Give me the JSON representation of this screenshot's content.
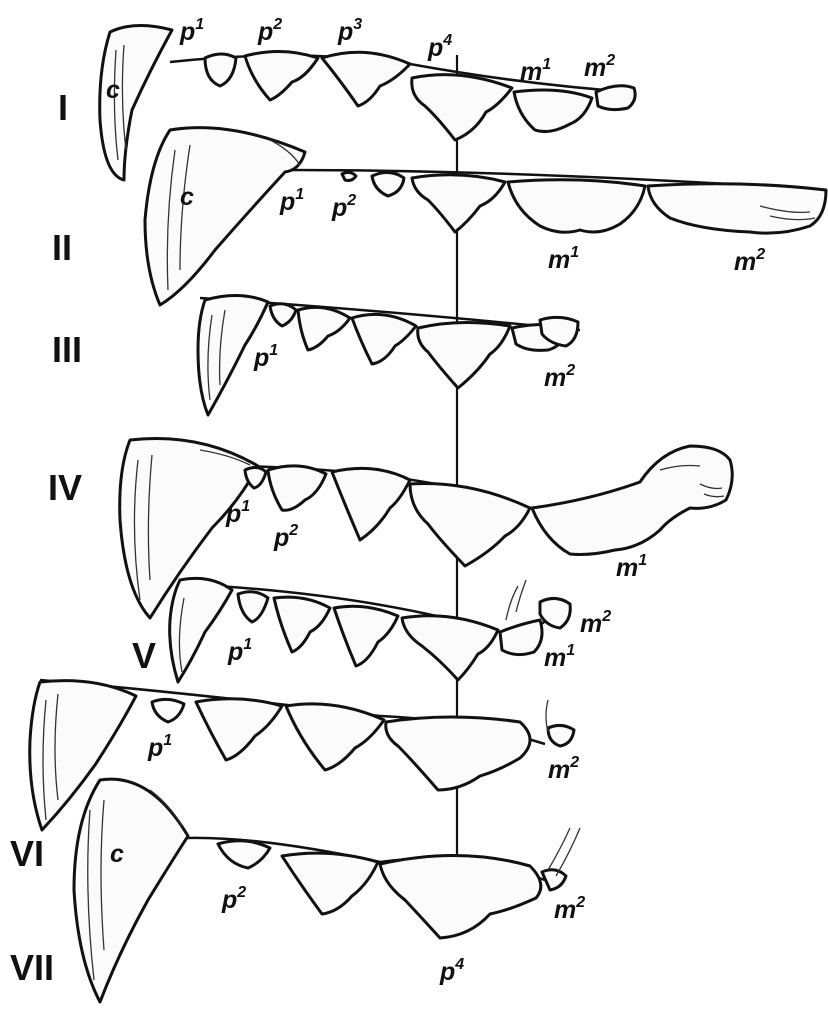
{
  "figure": {
    "reference_line_label": "p4",
    "rows": [
      {
        "id": "I",
        "labels": [
          {
            "base": "c",
            "sup": ""
          },
          {
            "base": "p",
            "sup": "1"
          },
          {
            "base": "p",
            "sup": "2"
          },
          {
            "base": "p",
            "sup": "3"
          },
          {
            "base": "p",
            "sup": "4"
          },
          {
            "base": "m",
            "sup": "1"
          },
          {
            "base": "m",
            "sup": "2"
          }
        ]
      },
      {
        "id": "II",
        "labels": [
          {
            "base": "c",
            "sup": ""
          },
          {
            "base": "p",
            "sup": "1"
          },
          {
            "base": "p",
            "sup": "2"
          },
          {
            "base": "m",
            "sup": "1"
          },
          {
            "base": "m",
            "sup": "2"
          }
        ]
      },
      {
        "id": "III",
        "labels": [
          {
            "base": "p",
            "sup": "1"
          },
          {
            "base": "m",
            "sup": "2"
          }
        ]
      },
      {
        "id": "IV",
        "labels": [
          {
            "base": "p",
            "sup": "1"
          },
          {
            "base": "p",
            "sup": "2"
          },
          {
            "base": "m",
            "sup": "1"
          }
        ]
      },
      {
        "id": "V",
        "labels": [
          {
            "base": "p",
            "sup": "1"
          },
          {
            "base": "m",
            "sup": "2"
          },
          {
            "base": "m",
            "sup": "1"
          }
        ]
      },
      {
        "id": "VI",
        "labels": [
          {
            "base": "p",
            "sup": "1"
          },
          {
            "base": "m",
            "sup": "2"
          }
        ]
      },
      {
        "id": "VII",
        "labels": [
          {
            "base": "c",
            "sup": ""
          },
          {
            "base": "p",
            "sup": "2"
          },
          {
            "base": "m",
            "sup": "2"
          },
          {
            "base": "p",
            "sup": "4"
          }
        ]
      }
    ]
  }
}
